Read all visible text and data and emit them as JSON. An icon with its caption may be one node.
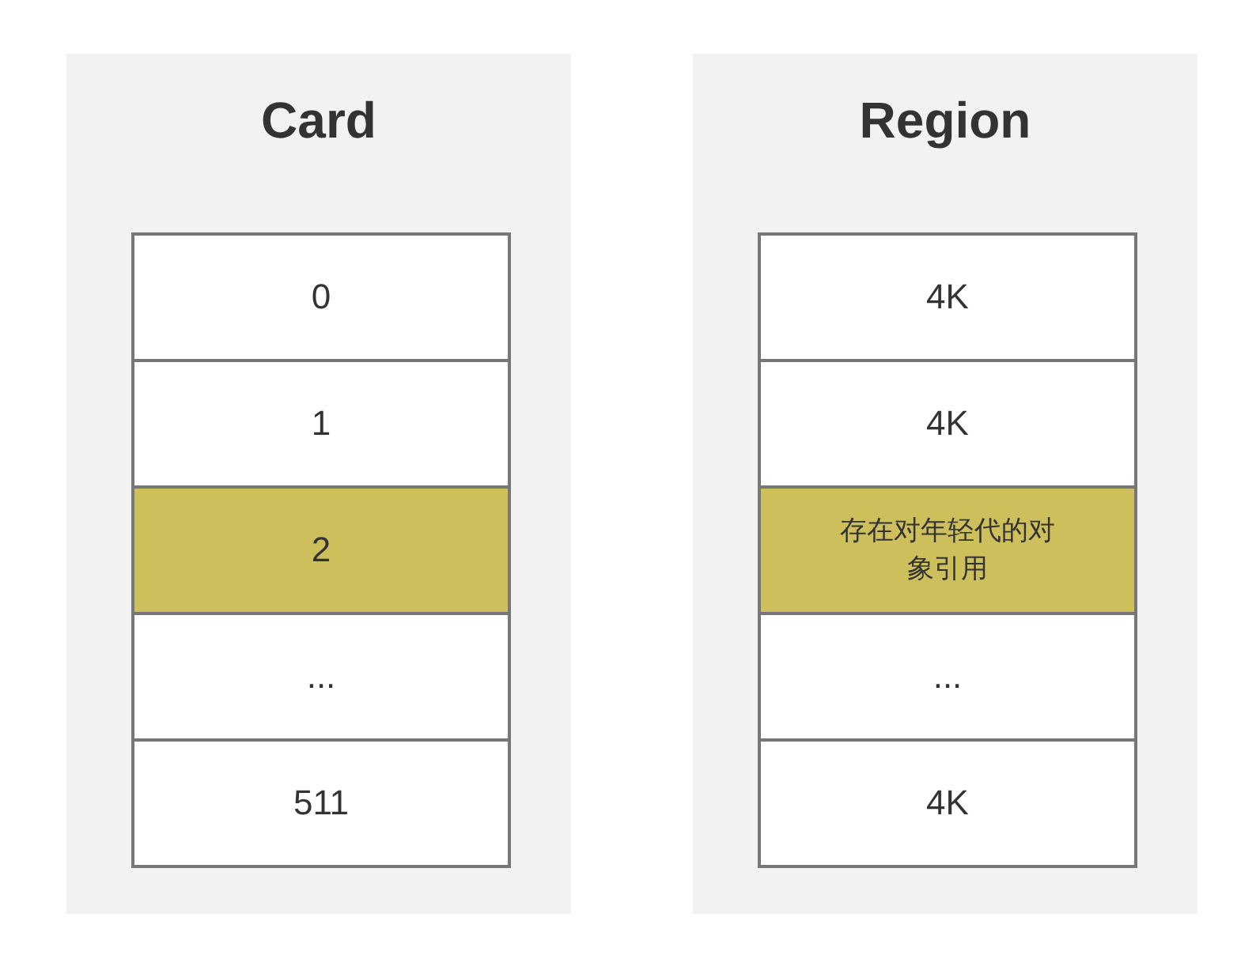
{
  "diagram": {
    "nodes": [
      {
        "text": [
          "Card"
        ]
      },
      {
        "text": [
          "0"
        ],
        "in": 0
      },
      {
        "text": [
          "1"
        ],
        "in": 0
      },
      {
        "text": [
          "2"
        ],
        "in": 0
      },
      {
        "text": [
          "..."
        ],
        "in": 0
      },
      {
        "text": [
          "511"
        ],
        "in": 0
      },
      {
        "text": [
          "Region"
        ]
      },
      {
        "text": [
          "4K"
        ],
        "in": 6
      },
      {
        "text": [
          "4K"
        ],
        "in": 6
      },
      {
        "text": [
          "存在对年轻代的对象引用"
        ],
        "in": 6
      },
      {
        "text": [
          "..."
        ],
        "in": 6
      },
      {
        "text": [
          "4K"
        ],
        "in": 6
      }
    ]
  }
}
